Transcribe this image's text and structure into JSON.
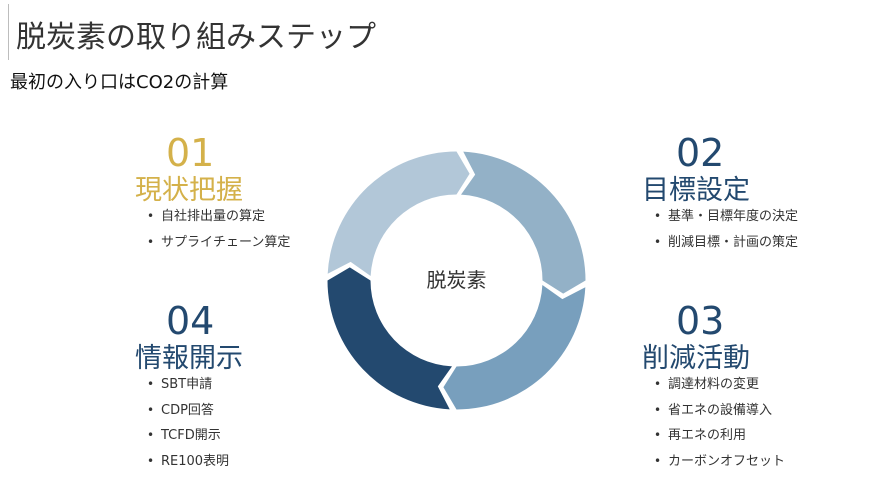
{
  "header": {
    "title": "脱炭素の取り組みステップ",
    "subtitle": "最初の入り口はCO2の計算"
  },
  "cycle": {
    "center": "脱炭素",
    "colors": [
      "#b2c7d8",
      "#93b1c7",
      "#789fbd",
      "#23496f"
    ]
  },
  "steps": [
    {
      "number": "01",
      "name": "現状把握",
      "color": "#d4b14a",
      "items": [
        "自社排出量の算定",
        "サプライチェーン算定"
      ]
    },
    {
      "number": "02",
      "name": "目標設定",
      "color": "#23496f",
      "items": [
        "基準・目標年度の決定",
        "削減目標・計画の策定"
      ]
    },
    {
      "number": "03",
      "name": "削減活動",
      "color": "#23496f",
      "items": [
        "調達材料の変更",
        "省エネの設備導入",
        "再エネの利用",
        "カーボンオフセット"
      ]
    },
    {
      "number": "04",
      "name": "情報開示",
      "color": "#23496f",
      "items": [
        "SBT申請",
        "CDP回答",
        "TCFD開示",
        "RE100表明"
      ]
    }
  ]
}
